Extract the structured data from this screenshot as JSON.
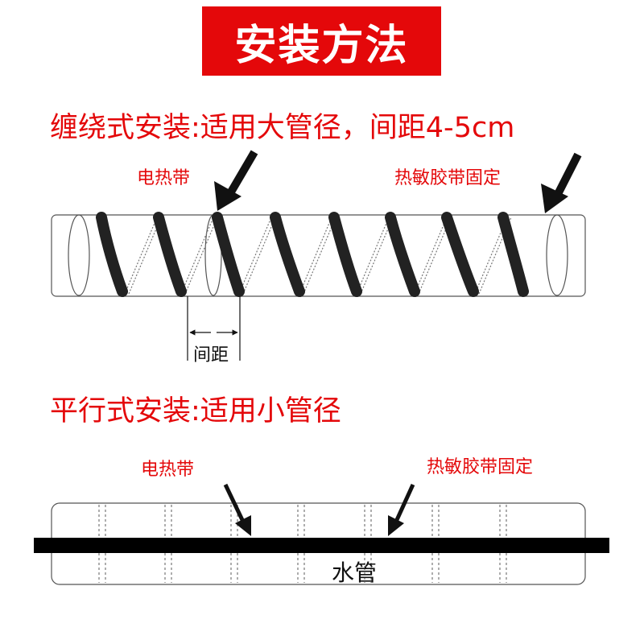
{
  "title": "安装方法",
  "spiral_section": {
    "heading": "缠绕式安装:适用大管径，间距4-5cm",
    "label_heating_tape": "电热带",
    "label_thermal_tape": "热敏胶带固定",
    "label_spacing": "间距"
  },
  "parallel_section": {
    "heading": "平行式安装:适用小管径",
    "label_heating_tape": "电热带",
    "label_thermal_tape": "热敏胶带固定",
    "label_water_pipe": "水管"
  },
  "colors": {
    "accent_red": "#e4080a",
    "tape_black": "#111111",
    "outline_gray": "#555555"
  }
}
